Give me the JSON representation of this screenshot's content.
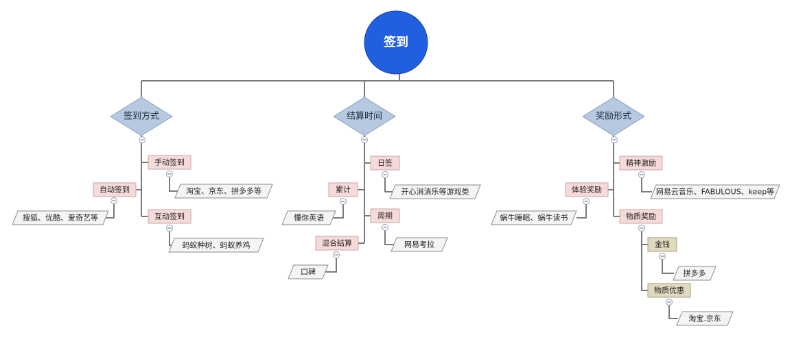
{
  "root": {
    "label": "签到"
  },
  "branches": [
    {
      "label": "签到方式",
      "children": [
        {
          "label": "手动签到",
          "leaf": "淘宝、京东、拼多多等"
        },
        {
          "label": "自动签到",
          "leaf": "搜狐、优酷、爱奇艺等"
        },
        {
          "label": "互动签到",
          "leaf": "蚂蚁种树、蚂蚁养鸡"
        }
      ]
    },
    {
      "label": "结算时间",
      "children": [
        {
          "label": "日签",
          "leaf": "开心消消乐等游戏类"
        },
        {
          "label": "累计",
          "leaf": "懂你英语"
        },
        {
          "label": "周期",
          "leaf": "网易考拉"
        },
        {
          "label": "混合结算",
          "leaf": "口碑"
        }
      ]
    },
    {
      "label": "奖励形式",
      "children": [
        {
          "label": "精神激励",
          "leaf": "网易云音乐、FABULOUS、keep等"
        },
        {
          "label": "体验奖励",
          "leaf": "蜗牛睡眠、蜗牛读书"
        },
        {
          "label": "物质奖励",
          "children": [
            {
              "label": "金钱",
              "leaf": "拼多多"
            },
            {
              "label": "物质优惠",
              "leaf": "淘宝.京东"
            }
          ]
        }
      ]
    }
  ],
  "colors": {
    "root_fill": "#1f5fe0",
    "root_stroke": "#1a3fa8",
    "diamond_fill": "#b6c9e1",
    "diamond_stroke": "#8aa0bf",
    "topic_fill": "#f6dada",
    "topic_stroke": "#c8a5a5",
    "subtopic_fill": "#e0d9bf",
    "subtopic_stroke": "#a89e78",
    "leaf_fill": "#f4f4f4",
    "leaf_stroke": "#8a8a8a",
    "line": "#7a7a7a"
  }
}
